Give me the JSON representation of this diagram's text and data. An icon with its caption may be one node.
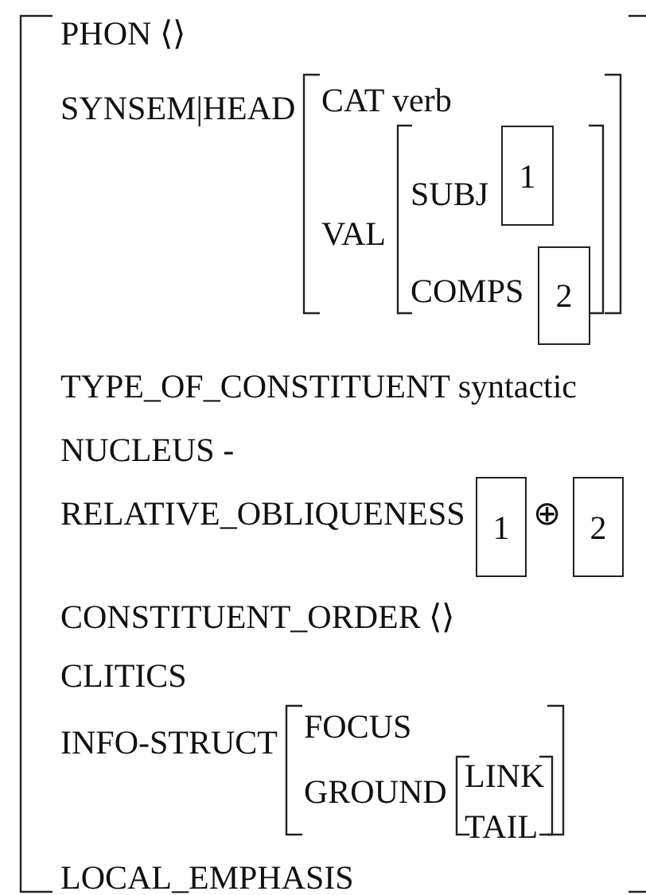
{
  "diagram": {
    "nodes": [
      {
        "text": [
          "1"
        ]
      },
      {
        "text": [
          "2"
        ]
      },
      {
        "text": [
          "1"
        ]
      },
      {
        "text": [
          "2"
        ]
      }
    ],
    "labels": [
      "PHON ⟨⟩",
      "SYNSEM|HEAD",
      "CAT verb",
      "VAL",
      "SUBJ",
      "COMPS",
      "TYPE_OF_CONSTITUENT syntactic",
      "NUCLEUS -",
      "RELATIVE_OBLIQUENESS",
      "⊕",
      "CONSTITUENT_ORDER ⟨⟩",
      "CLITICS",
      "INFO-STRUCT",
      "FOCUS",
      "GROUND",
      "LINK",
      "TAIL",
      "LOCAL_EMPHASIS"
    ]
  }
}
